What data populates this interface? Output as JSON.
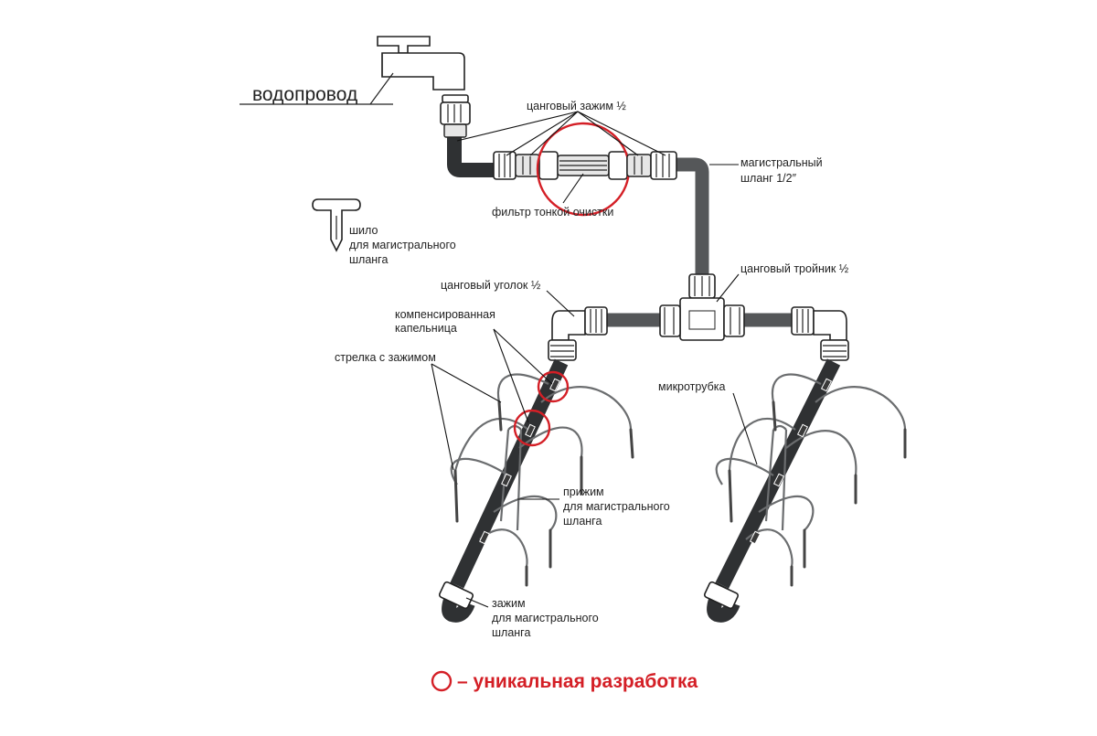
{
  "labels": {
    "water_main": "водопровод",
    "collet_clamp": "цанговый зажим ½",
    "main_hose": "магистральный",
    "main_hose_size": "шланг 1/2″",
    "fine_filter": "фильтр тонкой очистки",
    "awl_line1": "шило",
    "awl_line2": "для магистрального",
    "awl_line3": "шланга",
    "collet_elbow": "цанговый уголок ½",
    "collet_tee": "цанговый тройник ½",
    "dripper_line1": "компенсированная",
    "dripper_line2": "капельница",
    "arrow_stake": "стрелка с зажимом",
    "microtube": "микротрубка",
    "holddown_line1": "прижим",
    "holddown_line2": "для магистрального",
    "holddown_line3": "шланга",
    "endclamp_line1": "зажим",
    "endclamp_line2": "для магистрального",
    "endclamp_line3": "шланга"
  },
  "legend": {
    "text": "– уникальная разработка"
  },
  "colors": {
    "accent_red": "#d41f26",
    "hose_gray": "#555759",
    "text": "#222222"
  }
}
